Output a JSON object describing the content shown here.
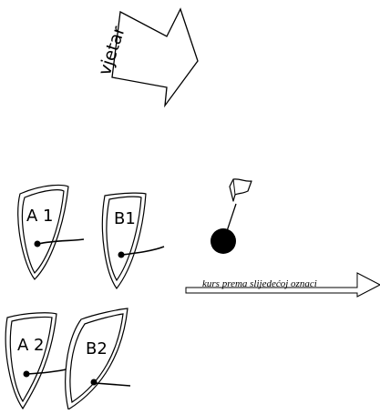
{
  "wind": {
    "label": "vjetar"
  },
  "boats": [
    {
      "label": "A 1"
    },
    {
      "label": "B1"
    },
    {
      "label": "A 2"
    },
    {
      "label": "B2"
    }
  ],
  "course": {
    "label": "kurs prema slijedećoj oznaci"
  },
  "colors": {
    "ink": "#000000",
    "background": "#ffffff"
  }
}
